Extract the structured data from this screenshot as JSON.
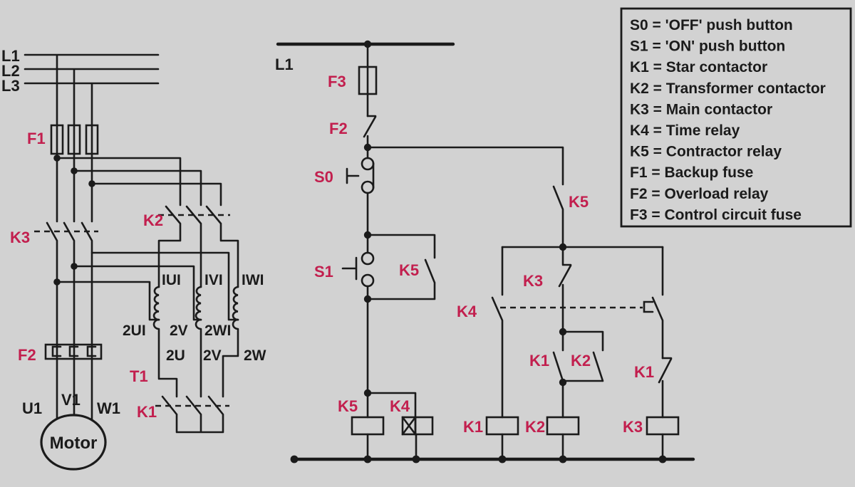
{
  "colors": {
    "background": "#d2d2d2",
    "wire": "#1b1b1b",
    "label": "#c21f4e"
  },
  "power": {
    "l1": "L1",
    "l2": "L2",
    "l3": "L3",
    "f1": "F1",
    "k3": "K3",
    "k2": "K2",
    "t1": "T1",
    "k1": "K1",
    "f2": "F2",
    "w_top": [
      "IUI",
      "IVI",
      "IWI"
    ],
    "w_tap": [
      "2UI",
      "2V",
      "2WI"
    ],
    "w_out": [
      "2U",
      "2V",
      "2W"
    ],
    "motor": "Motor",
    "terminals": [
      "U1",
      "V1",
      "W1"
    ]
  },
  "control": {
    "l1": "L1",
    "f3": "F3",
    "f2": "F2",
    "s0": "S0",
    "s1": "S1",
    "k5_seal": "K5",
    "k5_coil": "K5",
    "k4_coil": "K4",
    "k5_contact": "K5",
    "k4_contact": "K4",
    "k3_contact": "K3",
    "k1_contact": "K1",
    "k2_contact": "K2",
    "k1_interlock": "K1",
    "k1_coil": "K1",
    "k2_coil": "K2",
    "k3_coil": "K3"
  },
  "legend": {
    "entries": [
      "S0 = 'OFF' push button",
      "S1 = 'ON' push button",
      "K1 = Star contactor",
      "K2 = Transformer contactor",
      "K3 = Main contactor",
      "K4 = Time relay",
      "K5 = Contractor relay",
      "F1 = Backup fuse",
      "F2 = Overload relay",
      "F3 = Control circuit fuse"
    ]
  }
}
